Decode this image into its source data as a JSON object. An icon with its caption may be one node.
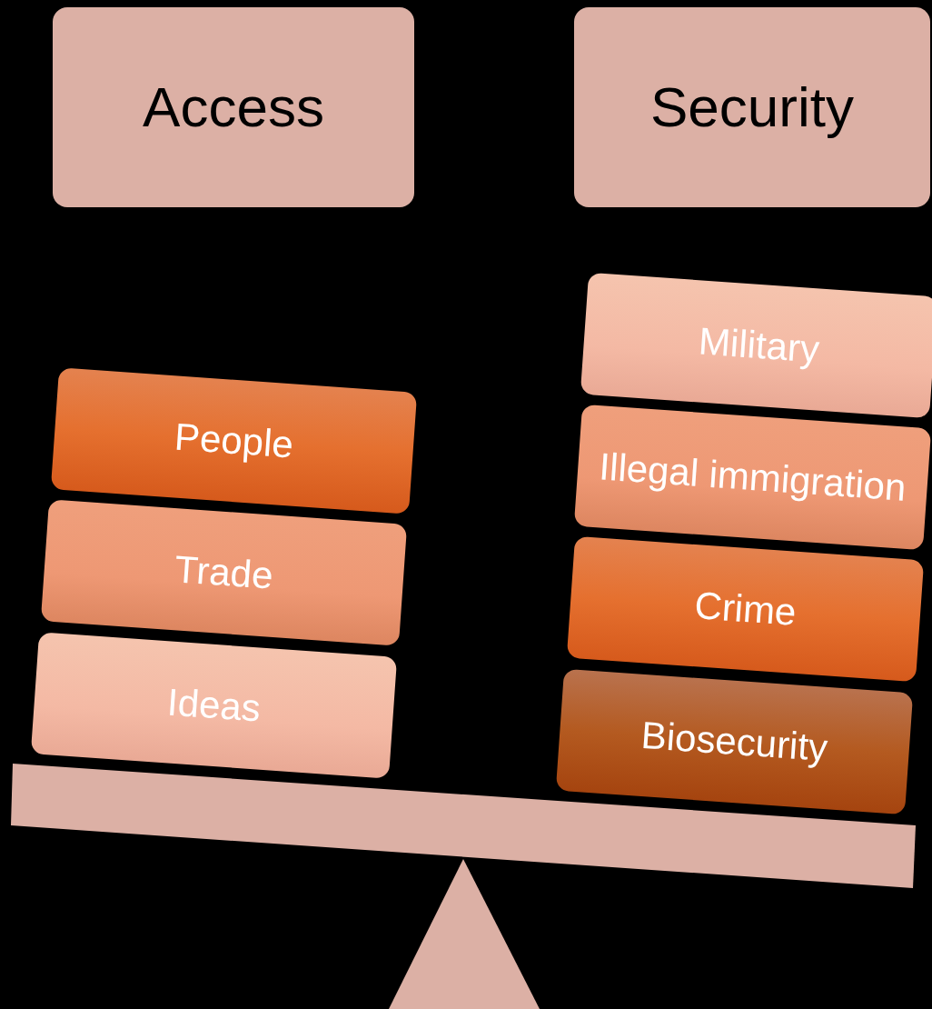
{
  "diagram": {
    "nodes": [
      {
        "text": [
          "Access"
        ]
      },
      {
        "text": [
          "Security"
        ]
      },
      {
        "text": [
          "People"
        ]
      },
      {
        "text": [
          "Trade"
        ]
      },
      {
        "text": [
          "Ideas"
        ]
      },
      {
        "text": [
          "Military"
        ]
      },
      {
        "text": [
          "Illegal immigration"
        ]
      },
      {
        "text": [
          "Crime"
        ]
      },
      {
        "text": [
          "Biosecurity"
        ]
      }
    ]
  }
}
